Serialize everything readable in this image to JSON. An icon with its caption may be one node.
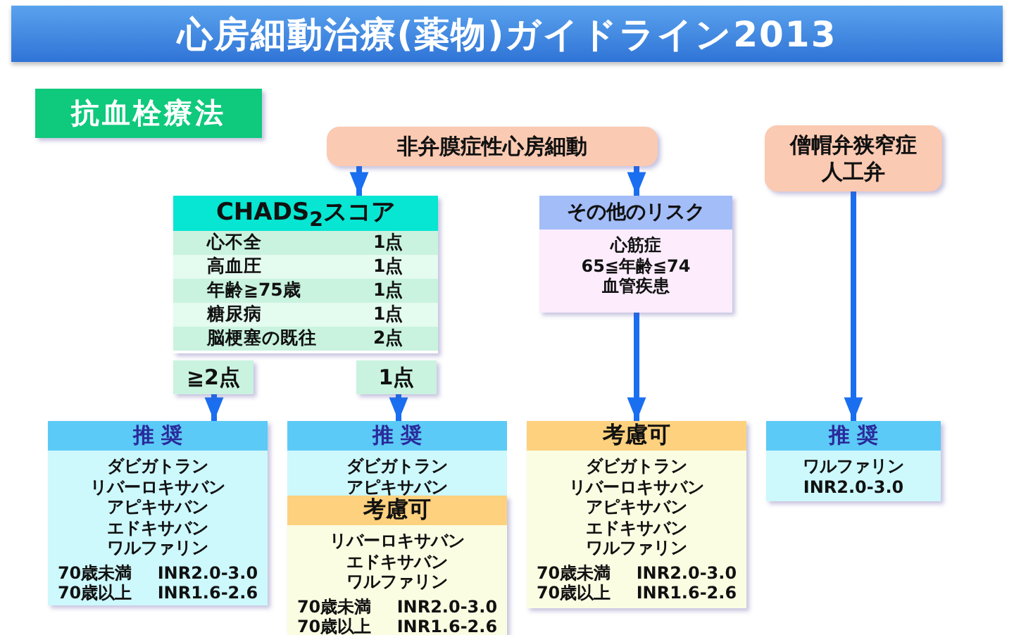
{
  "diagram": {
    "title": "心房細動治療(薬物)ガイドライン2013",
    "nodes": [
      {
        "text": [
          "抗血栓療法"
        ]
      },
      {
        "text": [
          "非弁膜症性心房細動"
        ]
      },
      {
        "text": [
          "僧帽弁狭窄症",
          "人工弁"
        ]
      },
      {
        "text": [
          "CHADS$_{2}$スコア",
          "心不全",
          "1点",
          "高血圧",
          "1点",
          "年齢≧75歳",
          "1点",
          "糖尿病",
          "1点",
          "脳梗塞の既往",
          "2点"
        ]
      },
      {
        "text": [
          "≧2点"
        ]
      },
      {
        "text": [
          "1点"
        ]
      },
      {
        "text": [
          "その他のリスク",
          "心筋症",
          "65≦年齢≦74",
          "血管疾患"
        ]
      },
      {
        "text": [
          "推 奨",
          "ダビガトラン",
          "リバーロキサバン",
          "アピキサバン",
          "エドキサバン",
          "ワルファリン",
          "70歳未満 INR2.0-3.0",
          "70歳以上 INR1.6-2.6"
        ]
      },
      {
        "text": [
          "推 奨",
          "ダビガトラン",
          "アピキサバン"
        ]
      },
      {
        "text": [
          "考慮可",
          "リバーロキサバン",
          "エドキサバン",
          "ワルファリン",
          "70歳未満 INR2.0-3.0",
          "70歳以上 INR1.6-2.6"
        ]
      },
      {
        "text": [
          "考慮可",
          "ダビガトラン",
          "リバーロキサバン",
          "アピキサバン",
          "エドキサバン",
          "ワルファリン",
          "70歳未満 INR2.0-3.0",
          "70歳以上 INR1.6-2.6"
        ]
      },
      {
        "text": [
          "推 奨",
          "ワルファリン",
          "INR2.0-3.0"
        ]
      }
    ],
    "edges": [
      {
        "from": 1,
        "to": 3,
        "arrow": "to"
      },
      {
        "from": 1,
        "to": 6,
        "arrow": "to"
      },
      {
        "from": 4,
        "to": 7,
        "arrow": "to"
      },
      {
        "from": 5,
        "to": 8,
        "arrow": "to"
      },
      {
        "from": 6,
        "to": 10,
        "arrow": "to"
      },
      {
        "from": 2,
        "to": 11,
        "arrow": "to"
      }
    ]
  }
}
